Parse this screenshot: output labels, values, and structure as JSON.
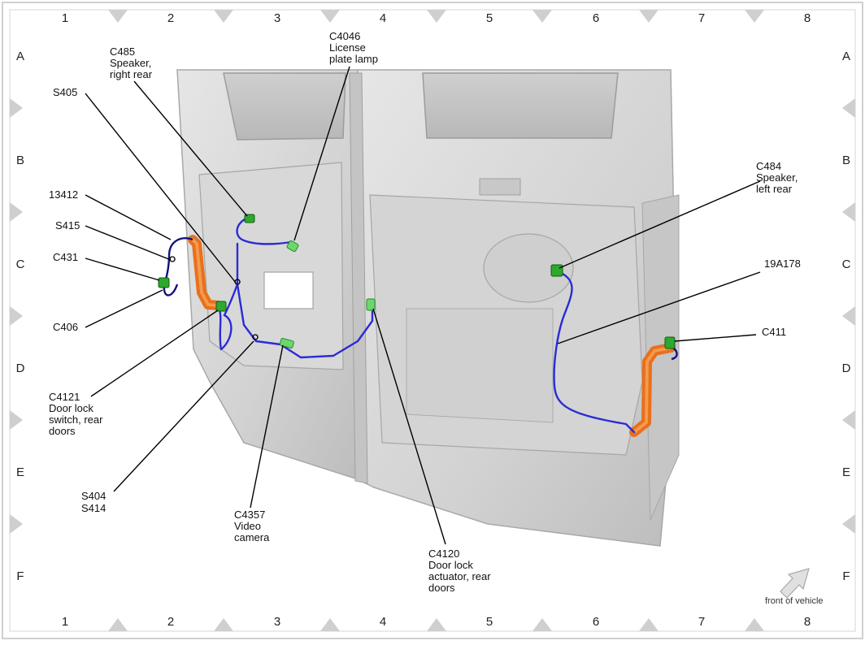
{
  "grid": {
    "columns": [
      "1",
      "2",
      "3",
      "4",
      "5",
      "6",
      "7",
      "8"
    ],
    "rows": [
      "A",
      "B",
      "C",
      "D",
      "E",
      "F"
    ]
  },
  "labels": {
    "c485": [
      "C485",
      "Speaker,",
      "right rear"
    ],
    "c4046": [
      "C4046",
      "License",
      "plate lamp"
    ],
    "s405": [
      "S405"
    ],
    "l13412": [
      "13412"
    ],
    "s415": [
      "S415"
    ],
    "c431": [
      "C431"
    ],
    "c406": [
      "C406"
    ],
    "c4121": [
      "C4121",
      "Door lock",
      "switch, rear",
      "doors"
    ],
    "s404": [
      "S404",
      "S414"
    ],
    "c4357": [
      "C4357",
      "Video",
      "camera"
    ],
    "c4120": [
      "C4120",
      "Door lock",
      "actuator, rear",
      "doors"
    ],
    "c484": [
      "C484",
      "Speaker,",
      "left rear"
    ],
    "l19a178": [
      "19A178"
    ],
    "c411": [
      "C411"
    ]
  },
  "front_of_vehicle": "front of vehicle",
  "colors": {
    "wire": "#2b2bd6",
    "harness_conduit": "#e8701c",
    "connector": "#2ea82e",
    "door_panel": "#d9d9d9",
    "border": "#c8c8c8"
  }
}
